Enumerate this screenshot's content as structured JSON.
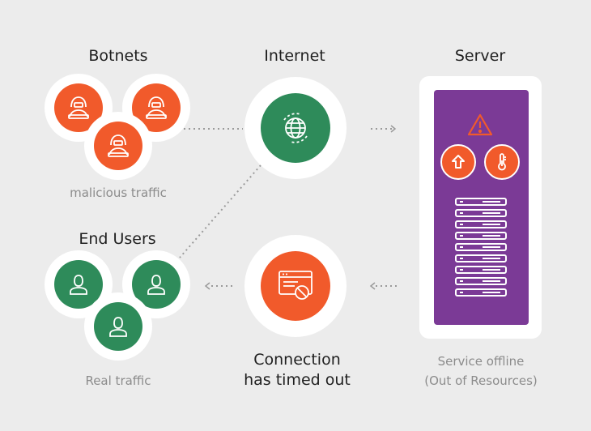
{
  "groups": {
    "botnets": {
      "title": "Botnets",
      "caption": "malicious traffic"
    },
    "internet": {
      "title": "Internet"
    },
    "server": {
      "title": "Server",
      "caption_line1": "Service offline",
      "caption_line2": "(Out of Resources)"
    },
    "end_users": {
      "title": "End Users",
      "caption": "Real traffic"
    },
    "timeout": {
      "line1": "Connection",
      "line2": "has timed out"
    }
  },
  "icons": {
    "botnet": "hacker-icon",
    "internet": "globe-icon",
    "warning": "warning-icon",
    "upload": "upload-arrow-icon",
    "temperature": "thermometer-icon",
    "rack": "server-rack-icon",
    "user": "user-icon",
    "timeout": "browser-blocked-icon"
  },
  "colors": {
    "background": "#ececec",
    "attacker": "#f15a2b",
    "healthy": "#2e8b5a",
    "server_panel": "#7b3a96",
    "connector": "#9a9a9a"
  }
}
